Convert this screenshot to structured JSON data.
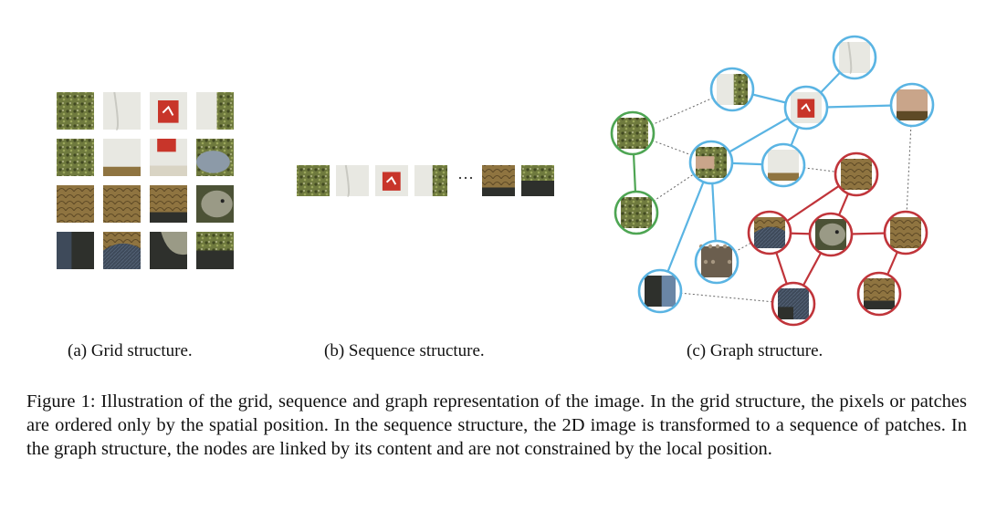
{
  "colors": {
    "grass": "#6f7a3e",
    "grass_dark": "#424a22",
    "shirt": "#e8e8e2",
    "logo_red": "#c8352a",
    "fish": "#8f7440",
    "fish_dark": "#5e4a26",
    "fish_head": "#9a9a86",
    "jeans": "#3e4a5a",
    "dark": "#2e302c",
    "node_blue": "#5ab4e3",
    "node_green": "#4ea553",
    "node_red": "#c0343a",
    "dotted_line": "#666666"
  },
  "sequence": {
    "ellipsis": "···"
  },
  "captions": {
    "a": "(a) Grid structure.",
    "b": "(b) Sequence structure.",
    "c": "(c) Graph structure.",
    "figure": "Figure 1: Illustration of the grid, sequence and graph representation of the image. In the grid structure, the pixels or patches are ordered only by the spatial position. In the sequence structure, the 2D image is transformed to a sequence of patches. In the graph structure, the nodes are linked by its content and are not constrained by the local position."
  }
}
